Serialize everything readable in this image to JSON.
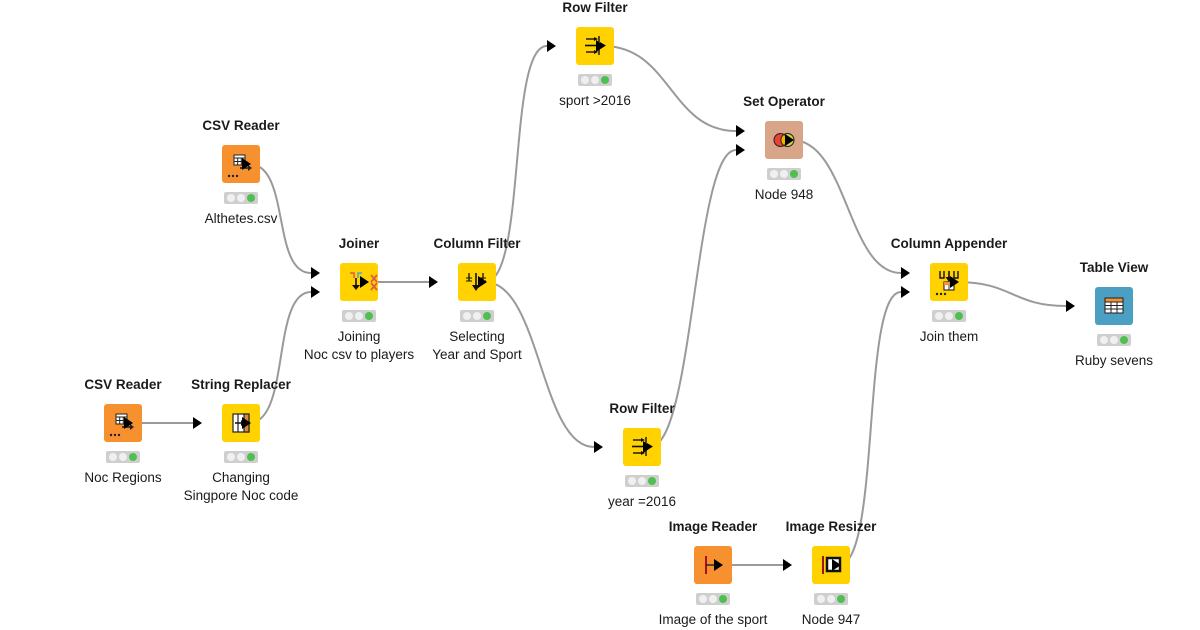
{
  "colors": {
    "source": "#f7902f",
    "manipulator": "#ffd200",
    "set_operator": "#d9a589",
    "visualizer": "#4a9fc3",
    "edge": "#9a9a9a",
    "status_ok": "#4fbf4f"
  },
  "nodes": [
    {
      "id": "csv-reader-athletes",
      "title": "CSV Reader",
      "label": "Althetes.csv",
      "icon": "table-reader-icon",
      "category": "source",
      "status": "executed"
    },
    {
      "id": "joiner",
      "title": "Joiner",
      "label": "Joining\nNoc csv to players",
      "icon": "joiner-icon",
      "category": "manipulator",
      "status": "executed"
    },
    {
      "id": "column-filter",
      "title": "Column Filter",
      "label": "Selecting\nYear and Sport",
      "icon": "column-filter-icon",
      "category": "manipulator",
      "status": "executed"
    },
    {
      "id": "row-filter-sport",
      "title": "Row Filter",
      "label": "sport >2016",
      "icon": "row-filter-icon",
      "category": "manipulator",
      "status": "executed"
    },
    {
      "id": "set-operator",
      "title": "Set Operator",
      "label": "Node 948",
      "icon": "set-operator-icon",
      "category": "set_operator",
      "status": "executed"
    },
    {
      "id": "row-filter-year",
      "title": "Row Filter",
      "label": "year =2016",
      "icon": "row-filter-icon",
      "category": "manipulator",
      "status": "executed"
    },
    {
      "id": "column-appender",
      "title": "Column Appender",
      "label": "Join them",
      "icon": "column-appender-icon",
      "category": "manipulator",
      "status": "executed"
    },
    {
      "id": "table-view",
      "title": "Table View",
      "label": "Ruby sevens",
      "icon": "table-view-icon",
      "category": "visualizer",
      "status": "executed"
    },
    {
      "id": "csv-reader-noc",
      "title": "CSV Reader",
      "label": "Noc Regions",
      "icon": "table-reader-icon",
      "category": "source",
      "status": "executed"
    },
    {
      "id": "string-replacer",
      "title": "String Replacer",
      "label": "Changing\nSingpore Noc code",
      "icon": "string-replacer-icon",
      "category": "manipulator",
      "status": "executed"
    },
    {
      "id": "image-reader",
      "title": "Image Reader",
      "label": "Image of the sport",
      "icon": "image-reader-icon",
      "category": "source",
      "status": "executed"
    },
    {
      "id": "image-resizer",
      "title": "Image Resizer",
      "label": "Node 947",
      "icon": "image-resizer-icon",
      "category": "manipulator",
      "status": "executed"
    }
  ],
  "connections": [
    {
      "from": "csv-reader-athletes",
      "to": "joiner",
      "to_port": 0
    },
    {
      "from": "string-replacer",
      "to": "joiner",
      "to_port": 1
    },
    {
      "from": "csv-reader-noc",
      "to": "string-replacer",
      "to_port": 0
    },
    {
      "from": "joiner",
      "to": "column-filter",
      "to_port": 0
    },
    {
      "from": "column-filter",
      "to": "row-filter-sport",
      "to_port": 0
    },
    {
      "from": "column-filter",
      "to": "row-filter-year",
      "to_port": 0
    },
    {
      "from": "row-filter-sport",
      "to": "set-operator",
      "to_port": 0
    },
    {
      "from": "row-filter-year",
      "to": "set-operator",
      "to_port": 1
    },
    {
      "from": "set-operator",
      "to": "column-appender",
      "to_port": 0
    },
    {
      "from": "image-reader",
      "to": "image-resizer",
      "to_port": 0
    },
    {
      "from": "image-resizer",
      "to": "column-appender",
      "to_port": 1
    },
    {
      "from": "column-appender",
      "to": "table-view",
      "to_port": 0
    }
  ]
}
